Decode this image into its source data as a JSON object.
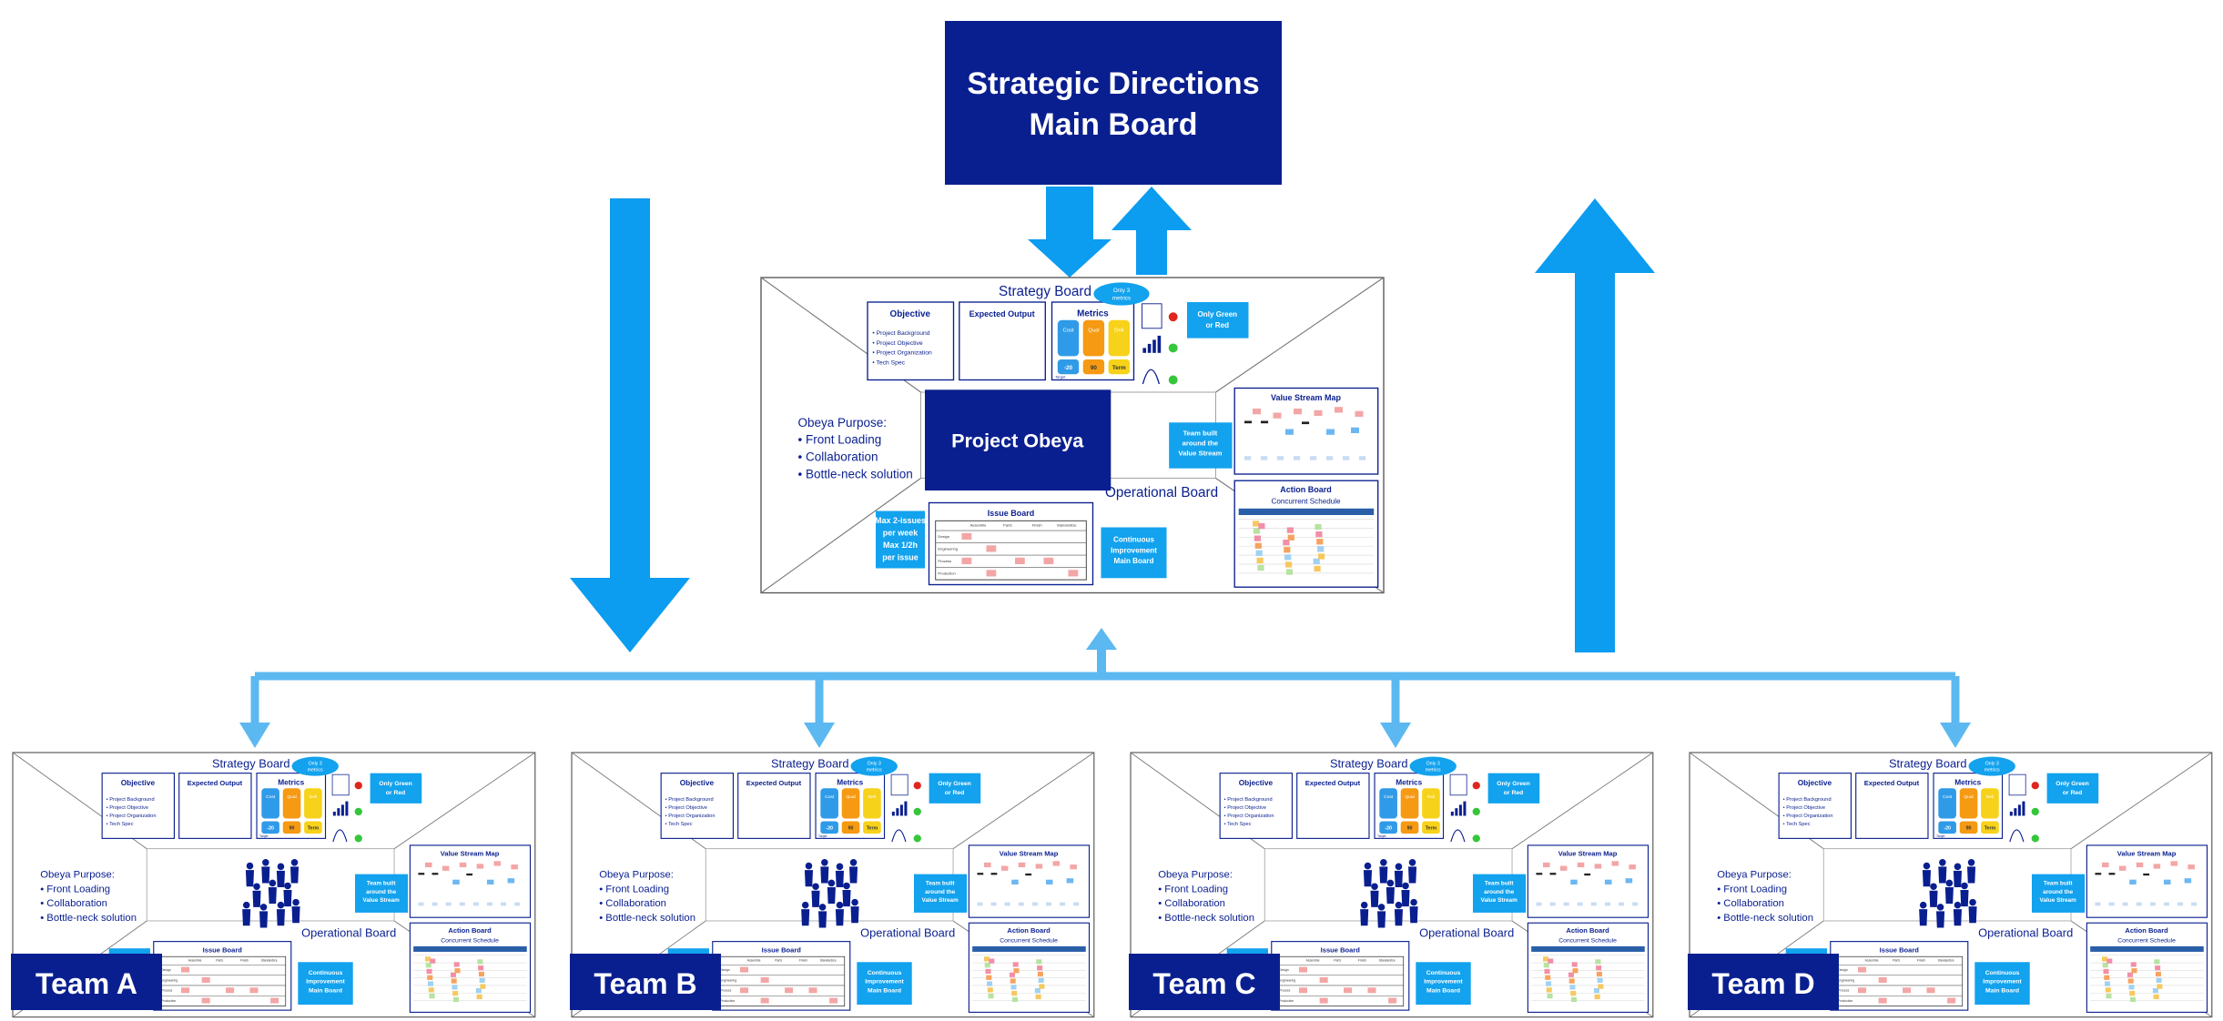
{
  "main_board": {
    "line1": "Strategic Directions",
    "line2": "Main Board"
  },
  "project": {
    "strategy_board": "Strategy Board",
    "operational_board": "Operational Board",
    "center_title": "Project Obeya",
    "purpose": {
      "title": "Obeya Purpose:",
      "items": [
        "Front Loading",
        "Collaboration",
        "Bottle-neck solution"
      ]
    },
    "objective": {
      "title": "Objective",
      "items": [
        "Project Background",
        "Project Objective",
        "Project Organization",
        "Tech Spec"
      ]
    },
    "expected_output": "Expected Output",
    "metrics": {
      "title": "Metrics",
      "bubble": "Only 3 metrics",
      "cols": [
        {
          "label": "Cost",
          "value": "-20",
          "color": "#2f9be8"
        },
        {
          "label": "Quality",
          "value": "90",
          "color": "#f59a12"
        },
        {
          "label": "Delivery",
          "value": "Term",
          "color": "#f7d21a"
        }
      ],
      "target_label": "Target"
    },
    "only_green_red": [
      "Only Green",
      "or Red"
    ],
    "team_built": [
      "Team built",
      "around the",
      "Value Stream"
    ],
    "value_stream_map": "Value Stream Map",
    "action_board": {
      "title": "Action Board",
      "subtitle": "Concurrent Schedule"
    },
    "issue_board": {
      "title": "Issue Board",
      "columns": [
        "Assemble",
        "Parts",
        "Finish",
        "Standardize"
      ],
      "rows": [
        "Design",
        "Engineering",
        "Process",
        "Production"
      ]
    },
    "max_issues": [
      "Max 2-issues",
      "per week",
      "Max 1/2h",
      "per issue"
    ],
    "ci_board": [
      "Continuous",
      "Improvement",
      "Main Board"
    ]
  },
  "teams": [
    "Team A",
    "Team B",
    "Team C",
    "Team D"
  ],
  "colors": {
    "navy": "#0a1f8f",
    "arrow_blue": "#0c9cf0",
    "connector_blue": "#5cb8f0",
    "callout": "#12a2ee",
    "green_dot": "#35c63a",
    "red_dot": "#e0261e",
    "sticky_red": "#f3a6a6"
  }
}
